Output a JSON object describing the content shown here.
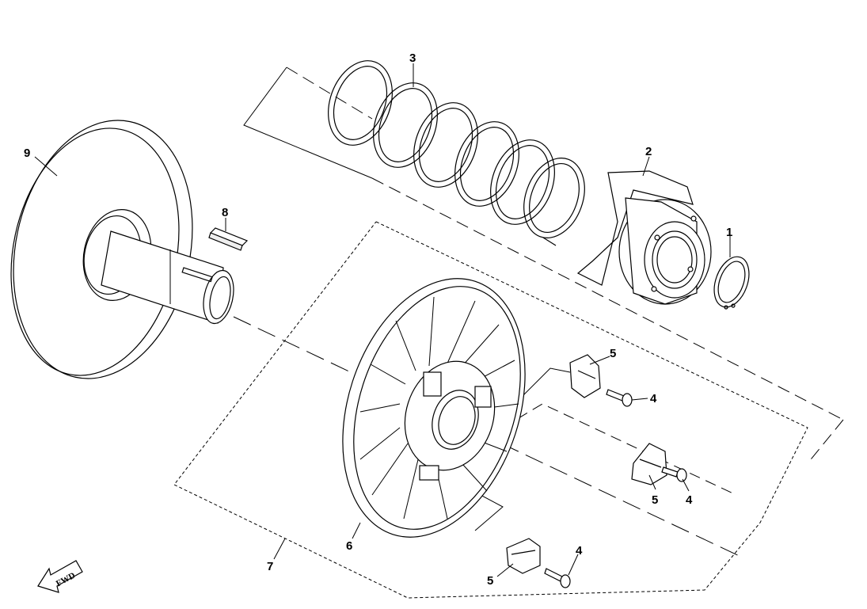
{
  "diagram": {
    "parts": [
      {
        "id": "1",
        "label": "1",
        "name": "circlip-icon"
      },
      {
        "id": "2",
        "label": "2",
        "name": "cam-cover-icon"
      },
      {
        "id": "3",
        "label": "3",
        "name": "compression-spring-icon"
      },
      {
        "id": "4",
        "label": "4",
        "name": "bolt-icon"
      },
      {
        "id": "5",
        "label": "5",
        "name": "slider-block-icon"
      },
      {
        "id": "6",
        "label": "6",
        "name": "sliding-sheave-icon"
      },
      {
        "id": "7",
        "label": "7",
        "name": "sheave-assembly-group"
      },
      {
        "id": "8",
        "label": "8",
        "name": "key-icon"
      },
      {
        "id": "9",
        "label": "9",
        "name": "fixed-sheave-icon"
      }
    ],
    "direction_marker": {
      "label": "FWD",
      "icon": "forward-arrow-icon"
    },
    "line_color": "#000000",
    "background": "#ffffff"
  }
}
